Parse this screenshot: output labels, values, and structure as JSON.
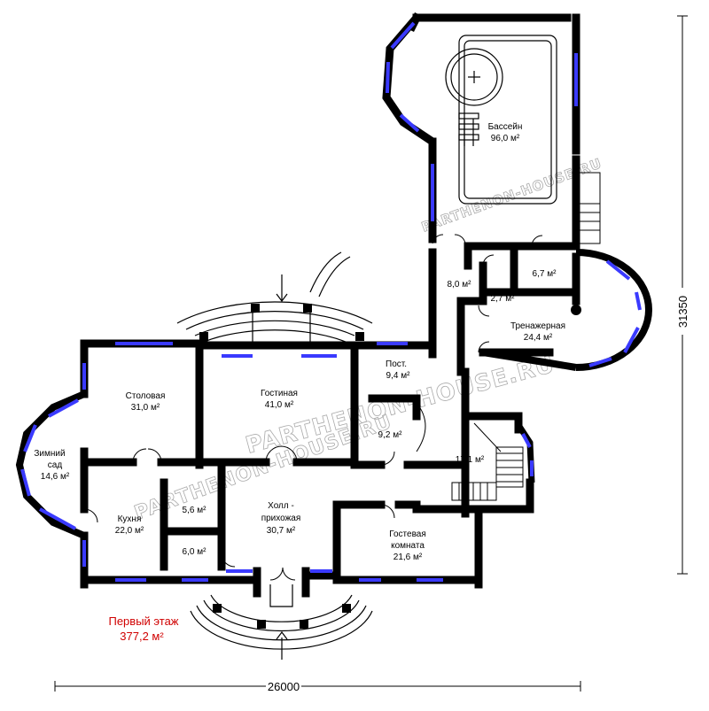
{
  "floor_title": "Первый этаж",
  "floor_area": "377,2 м²",
  "dimension_width": "26000",
  "dimension_height": "31350",
  "watermark": "PARTHENON-HOUSE.RU",
  "rooms": {
    "pool": {
      "name": "Бассейн",
      "area": "96,0 м²"
    },
    "gym": {
      "name": "Тренажерная",
      "area": "24,4 м²"
    },
    "r8": {
      "area": "8,0 м²"
    },
    "r27": {
      "area": "2,7 м²"
    },
    "r67": {
      "area": "6,7 м²"
    },
    "dining": {
      "name": "Столовая",
      "area": "31,0 м²"
    },
    "living": {
      "name": "Гостиная",
      "area": "41,0 м²"
    },
    "post": {
      "name": "Пост.",
      "area": "9,4 м²"
    },
    "r92": {
      "area": "9,2 м²"
    },
    "r171": {
      "area": "17,1 м²"
    },
    "garden": {
      "name1": "Зимний",
      "name2": "сад",
      "area": "14,6 м²"
    },
    "kitchen": {
      "name": "Кухня",
      "area": "22,0 м²"
    },
    "r56": {
      "area": "5,6 м²"
    },
    "r60": {
      "area": "6,0 м²"
    },
    "hall": {
      "name1": "Холл -",
      "name2": "прихожая",
      "area": "30,7 м²"
    },
    "guest": {
      "name1": "Гостевая",
      "name2": "комната",
      "area": "21,6 м²"
    }
  },
  "colors": {
    "wall": "#000000",
    "window": "#3a3aff",
    "title": "#d00000"
  }
}
